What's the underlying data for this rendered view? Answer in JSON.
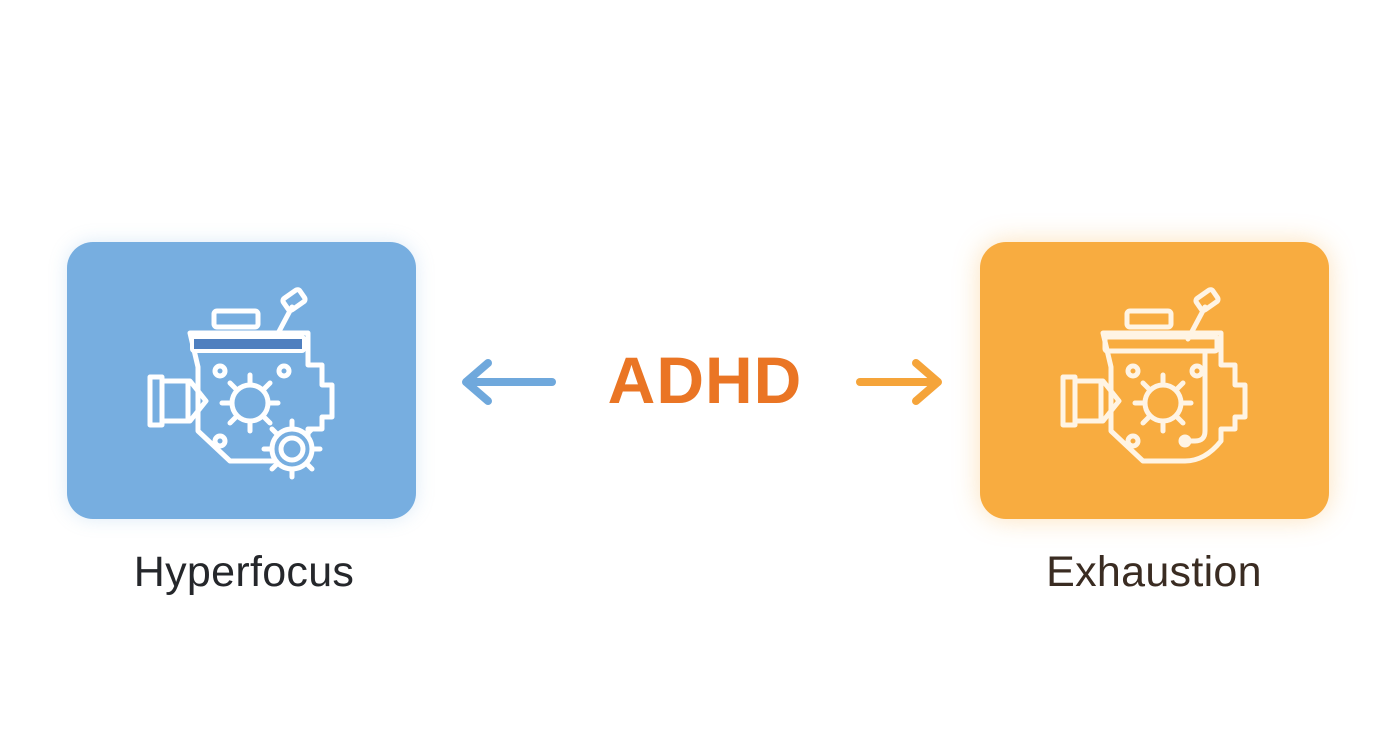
{
  "diagram": {
    "center_label": "ADHD",
    "left": {
      "label": "Hyperfocus",
      "icon": "engine-gears-icon",
      "color": "#77aee0"
    },
    "right": {
      "label": "Exhaustion",
      "icon": "engine-icon",
      "color": "#f8ac40"
    },
    "accent_color": "#ea7524",
    "arrow_left_color": "#6fa8dc",
    "arrow_right_color": "#f5a43a"
  }
}
